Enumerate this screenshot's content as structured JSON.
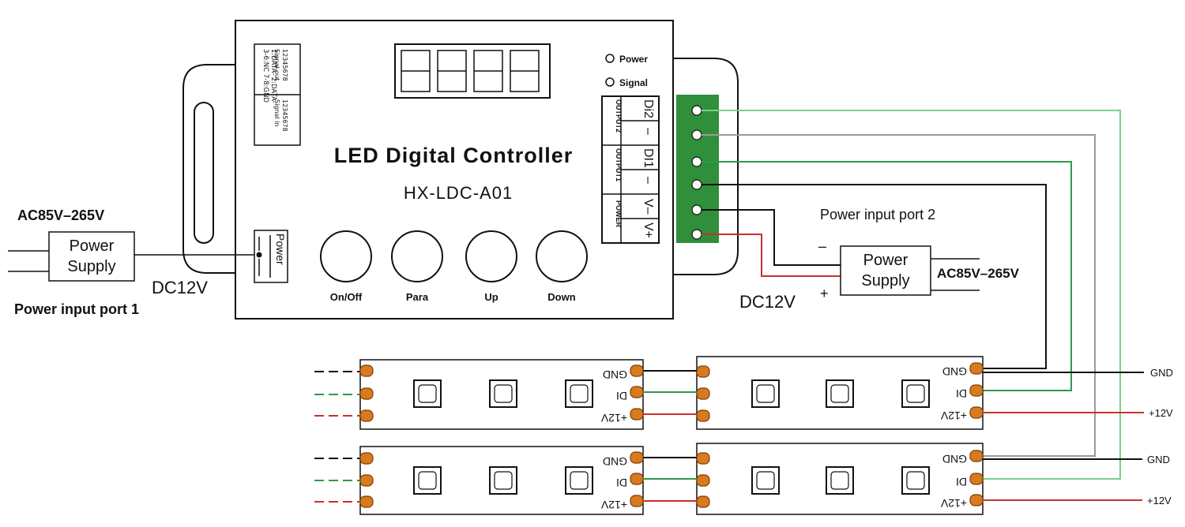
{
  "colors": {
    "line_black": "#111111",
    "wire_green": "#2e9a4a",
    "wire_light_green": "#7ccf8c",
    "wire_red": "#c9302c",
    "wire_gray": "#9a9a9a",
    "terminal_green": "#2f8f3a",
    "pad_orange": "#d97a1e"
  },
  "controller": {
    "title": "LED Digital Controller",
    "model": "HX-LDC-A01",
    "indicators": {
      "power": "Power",
      "signal": "Signal"
    },
    "buttons": [
      "On/Off",
      "Para",
      "Up",
      "Down"
    ],
    "power_jack_label": "Power",
    "pinout": {
      "out_line1": "1:DATA-  2:DATA-",
      "out_line2": "3-6:NC   7-8:GND",
      "digits": "12345678",
      "signal_out": "Signal out",
      "signal_in": "Signal in"
    },
    "terminal_groups": {
      "output2": "OUTPUT2",
      "output1": "OUTPUT1",
      "power": "POWER"
    },
    "terminal_pins": {
      "di2": "Di2",
      "minus1": "–",
      "di1": "DI1",
      "minus2": "–",
      "vminus": "V–",
      "vplus": "V+"
    }
  },
  "left_supply": {
    "ac_label": "AC85V–265V",
    "box_line1": "Power",
    "box_line2": "Supply",
    "dc_label": "DC12V",
    "port_label": "Power input port 1"
  },
  "right_supply": {
    "port_label": "Power input port 2",
    "minus": "–",
    "box_line1": "Power",
    "box_line2": "Supply",
    "ac_label": "AC85V–265V",
    "dc_label": "DC12V",
    "plus": "+"
  },
  "strips": {
    "pad_gnd": "GND",
    "pad_di": "DI",
    "pad_12v": "+12V"
  },
  "right_labels": {
    "gnd": "GND",
    "plus12v": "+12V"
  }
}
